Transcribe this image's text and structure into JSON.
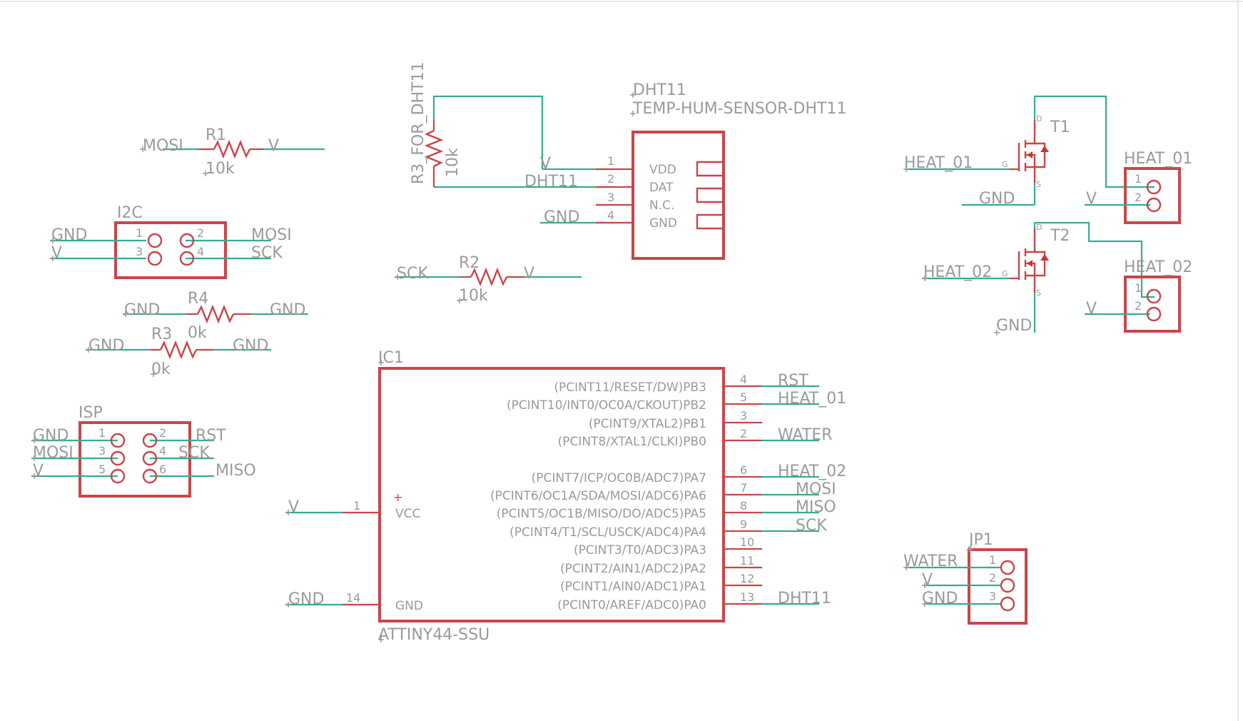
{
  "components": {
    "r1": {
      "name": "R1",
      "value": "10k",
      "left": "MOSI",
      "right": "V"
    },
    "r2": {
      "name": "R2",
      "value": "10k",
      "left": "SCK",
      "right": "V"
    },
    "r4": {
      "name": "R4",
      "value": "0k",
      "left": "GND",
      "right": "GND"
    },
    "r3": {
      "name": "R3",
      "value": "0k",
      "left": "GND",
      "right": "GND"
    },
    "r3dht": {
      "name": "R3_FOR_DHT11",
      "value": "10k"
    },
    "i2c": {
      "name": "I2C",
      "left": [
        "GND",
        "V"
      ],
      "right": [
        "MOSI",
        "SCK"
      ],
      "pins": [
        "1",
        "2",
        "3",
        "4"
      ]
    },
    "isp": {
      "name": "ISP",
      "left": [
        "GND",
        "MOSI",
        "V"
      ],
      "right": [
        "RST",
        "SCK",
        "MISO"
      ],
      "pins": [
        "1",
        "2",
        "3",
        "4",
        "5",
        "6"
      ]
    },
    "dht": {
      "name": "DHT11",
      "part": "TEMP-HUM-SENSOR-DHT11",
      "pins": [
        {
          "num": "1",
          "name": "VDD",
          "net": "V"
        },
        {
          "num": "2",
          "name": "DAT",
          "net": "DHT11"
        },
        {
          "num": "3",
          "name": "N.C.",
          "net": ""
        },
        {
          "num": "4",
          "name": "GND",
          "net": "GND"
        }
      ]
    },
    "ic1": {
      "name": "IC1",
      "part": "ATTINY44-SSU",
      "left_pins": [
        {
          "num": "1",
          "name": "VCC",
          "net": "V"
        },
        {
          "num": "14",
          "name": "GND",
          "net": "GND"
        }
      ],
      "right_pins": [
        {
          "num": "4",
          "name": "(PCINT11/RESET/DW)PB3",
          "net": "RST"
        },
        {
          "num": "5",
          "name": "(PCINT10/INT0/OC0A/CKOUT)PB2",
          "net": "HEAT_01"
        },
        {
          "num": "3",
          "name": "(PCINT9/XTAL2)PB1",
          "net": ""
        },
        {
          "num": "2",
          "name": "(PCINT8/XTAL1/CLKI)PB0",
          "net": "WATER"
        },
        {
          "num": "6",
          "name": "(PCINT7/ICP/OC0B/ADC7)PA7",
          "net": "HEAT_02"
        },
        {
          "num": "7",
          "name": "(PCINT6/OC1A/SDA/MOSI/ADC6)PA6",
          "net": "MOSI"
        },
        {
          "num": "8",
          "name": "(PCINT5/OC1B/MISO/DO/ADC5)PA5",
          "net": "MISO"
        },
        {
          "num": "9",
          "name": "(PCINT4/T1/SCL/USCK/ADC4)PA4",
          "net": "SCK"
        },
        {
          "num": "10",
          "name": "(PCINT3/T0/ADC3)PA3",
          "net": ""
        },
        {
          "num": "11",
          "name": "(PCINT2/AIN1/ADC2)PA2",
          "net": ""
        },
        {
          "num": "12",
          "name": "(PCINT1/AIN0/ADC1)PA1",
          "net": ""
        },
        {
          "num": "13",
          "name": "(PCINT0/AREF/ADC0)PA0",
          "net": "DHT11"
        }
      ]
    },
    "t1": {
      "name": "T1",
      "gate_net": "HEAT_01",
      "source_net": "GND",
      "g": "G",
      "d": "D",
      "s": "S"
    },
    "t2": {
      "name": "T2",
      "gate_net": "HEAT_02",
      "source_net": "GND",
      "g": "G",
      "d": "D",
      "s": "S"
    },
    "heat01": {
      "name": "HEAT_01",
      "net": "V",
      "pins": [
        "1",
        "2"
      ]
    },
    "heat02": {
      "name": "HEAT_02",
      "net": "V",
      "pins": [
        "1",
        "2"
      ]
    },
    "jp1": {
      "name": "JP1",
      "nets": [
        "WATER",
        "V",
        "GND"
      ],
      "pins": [
        "1",
        "2",
        "3"
      ]
    }
  },
  "colors": {
    "net": "#3aaa94",
    "symbol": "#c8464a",
    "label": "#9a9a9a",
    "background": "#ffffff"
  }
}
